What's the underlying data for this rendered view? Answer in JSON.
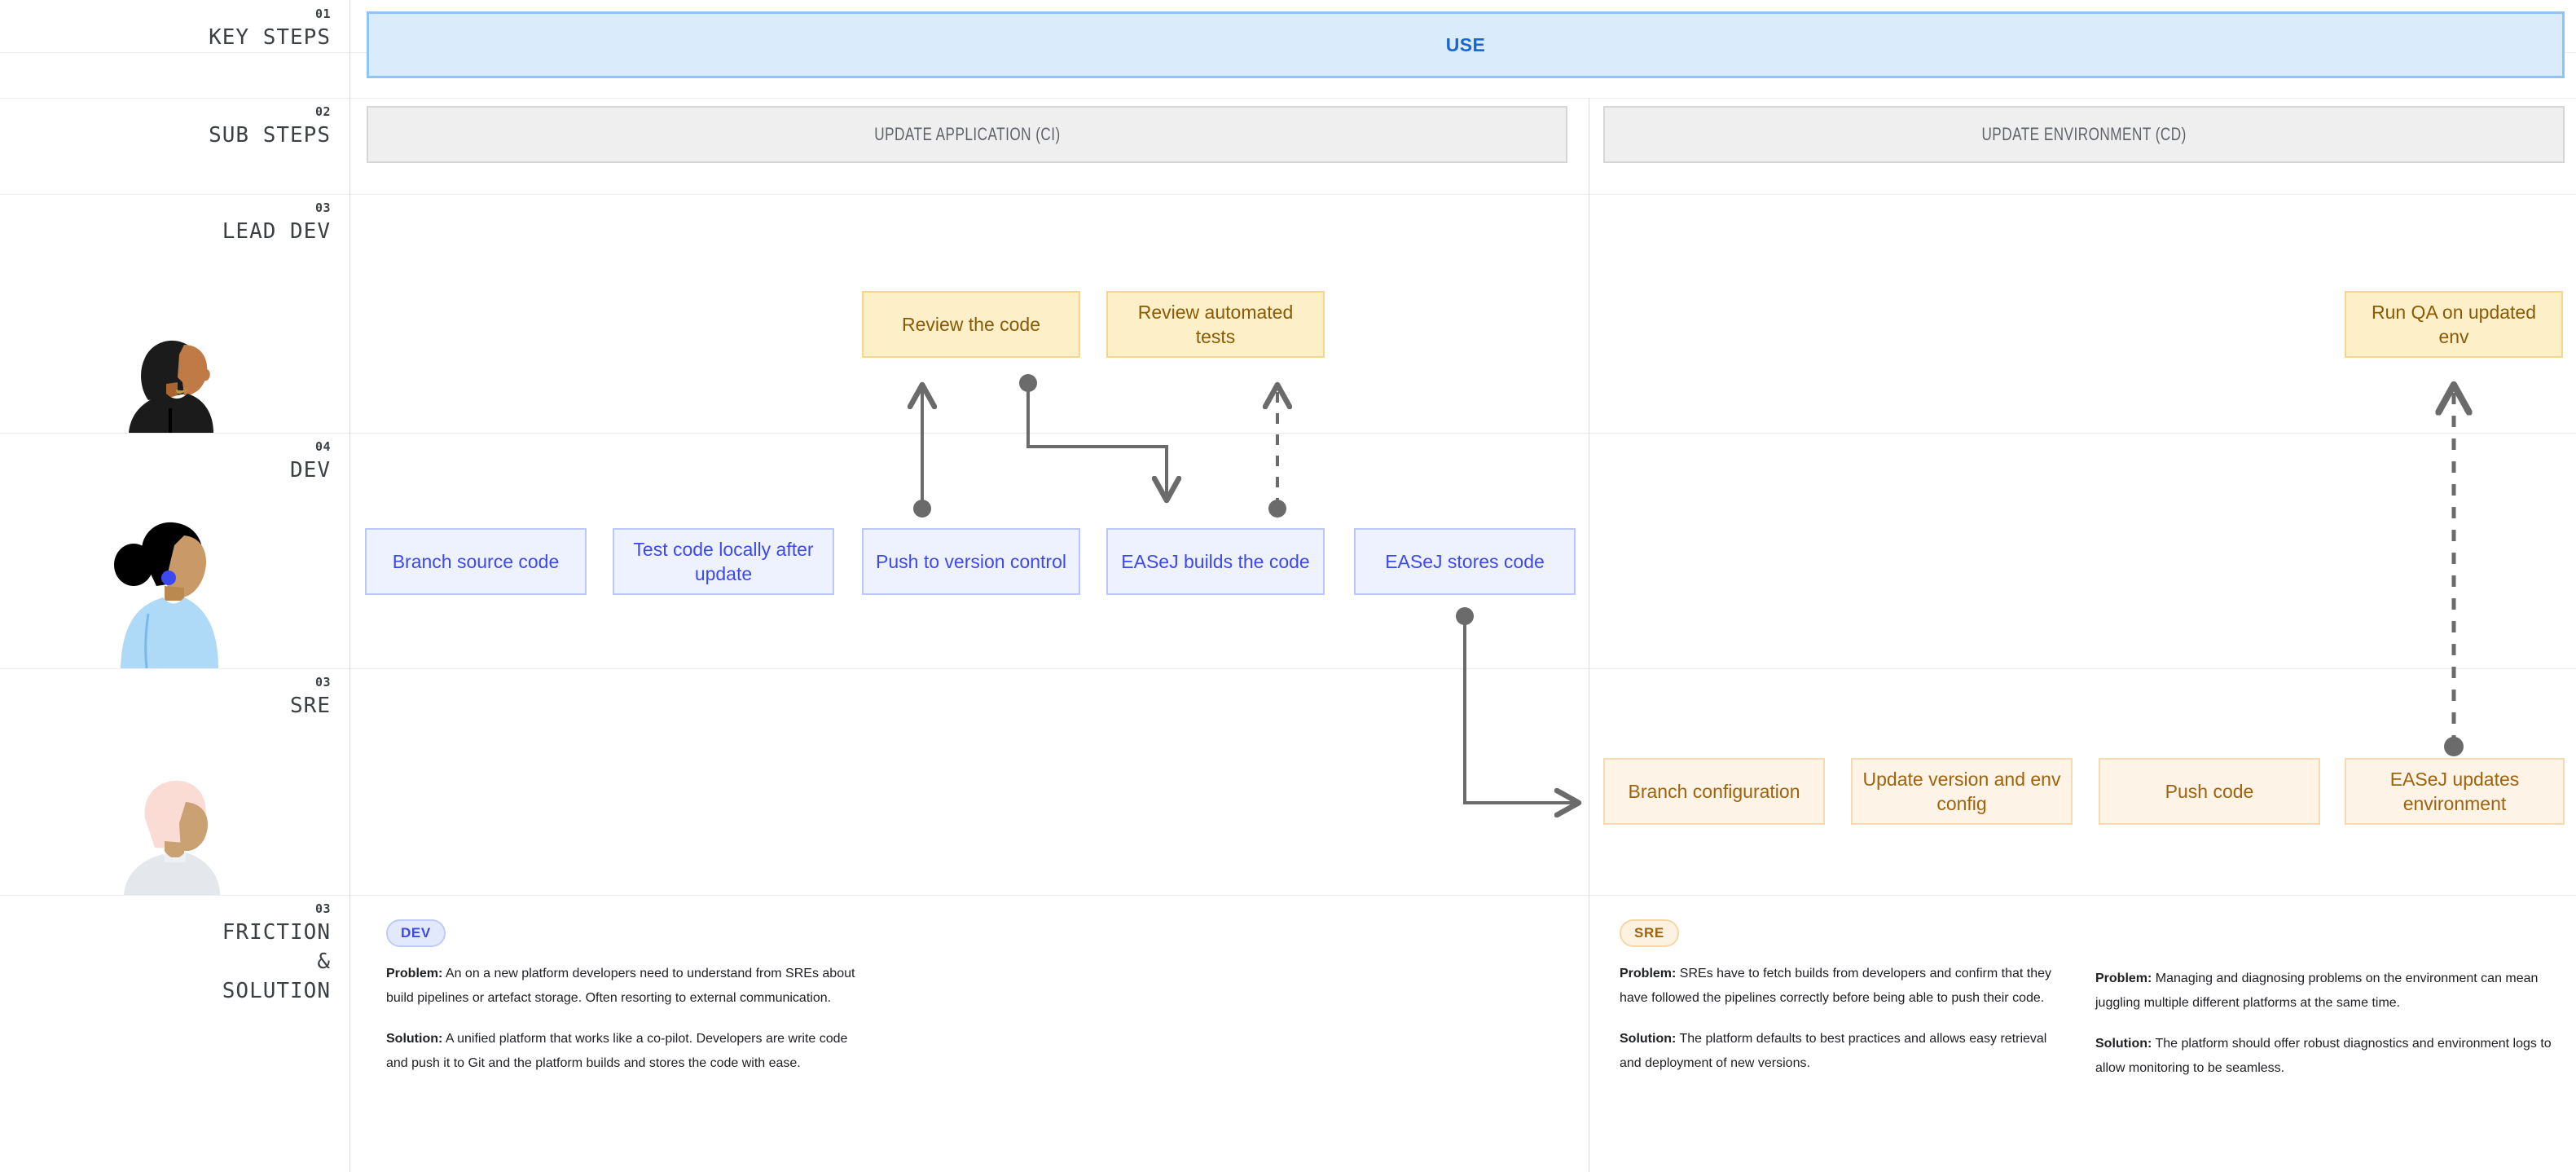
{
  "sidebar": {
    "rows": [
      {
        "num": "01",
        "title": "KEY STEPS"
      },
      {
        "num": "02",
        "title": "SUB STEPS"
      },
      {
        "num": "03",
        "title": "LEAD DEV"
      },
      {
        "num": "04",
        "title": "DEV"
      },
      {
        "num": "03",
        "title": "SRE"
      },
      {
        "num": "03",
        "title": "FRICTION\n&\nSOLUTION"
      }
    ]
  },
  "key_step": {
    "label": "USE"
  },
  "sub_steps": [
    {
      "label": "UPDATE APPLICATION (CI)"
    },
    {
      "label": "UPDATE ENVIRONMENT (CD)"
    }
  ],
  "lead_dev_cards": [
    {
      "label": "Review the code"
    },
    {
      "label": "Review automated tests"
    },
    {
      "label": "Run QA on updated env"
    }
  ],
  "dev_cards": [
    {
      "label": "Branch source code"
    },
    {
      "label": "Test code locally after update"
    },
    {
      "label": "Push to version control"
    },
    {
      "label": "EASeJ builds the code"
    },
    {
      "label": "EASeJ stores code"
    }
  ],
  "sre_cards": [
    {
      "label": "Branch configuration"
    },
    {
      "label": "Update version and env config"
    },
    {
      "label": "Push code"
    },
    {
      "label": "EASeJ updates environment"
    }
  ],
  "friction": [
    {
      "chip": "DEV",
      "chip_type": "dev",
      "problem_label": "Problem:",
      "problem_text": " An on a new platform developers need to understand from SREs about build pipelines or artefact storage. Often resorting to external communication.",
      "solution_label": "Solution:",
      "solution_text": " A unified platform that works like a co-pilot. Developers are write code and push it to Git and the platform builds and stores the code with ease."
    },
    {
      "chip": "SRE",
      "chip_type": "sre",
      "problem_label": "Problem:",
      "problem_text": " SREs have to fetch builds from developers and confirm that they have followed the pipelines correctly before being able to push their code.",
      "solution_label": "Solution:",
      "solution_text": " The platform defaults to best practices and allows easy retrieval and deployment of new versions."
    },
    {
      "chip": null,
      "chip_type": null,
      "problem_label": "Problem:",
      "problem_text": " Managing and diagnosing problems on the environment can mean juggling multiple different platforms at the same time.",
      "solution_label": "Solution:",
      "solution_text": " The platform should offer robust diagnostics and environment logs to allow monitoring to be seamless."
    }
  ],
  "colors": {
    "key_step_bg": "#daebfc",
    "key_step_border": "#8ec5f5",
    "key_step_text": "#1967d2",
    "sub_step_bg": "#efefef",
    "lead_card_bg": "#fdf0c8",
    "dev_card_bg": "#eef2fe",
    "sre_card_bg": "#fdf3e6",
    "connector": "#6b6b6b"
  }
}
